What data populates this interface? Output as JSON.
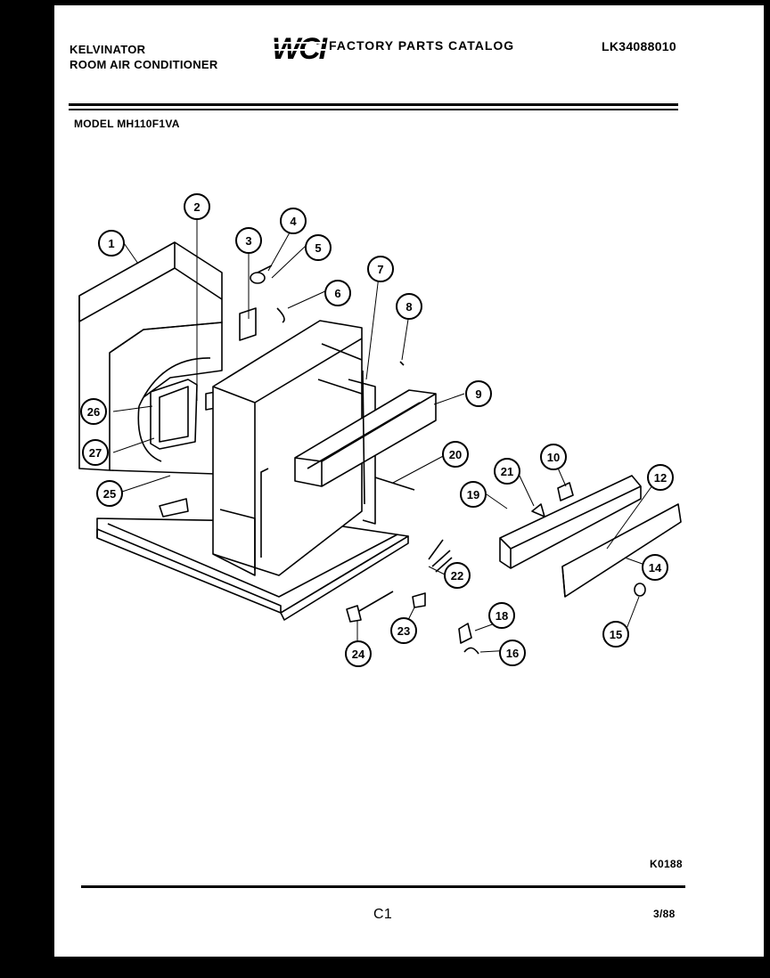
{
  "header": {
    "brand": "KELVINATOR",
    "product": "ROOM AIR CONDITIONER",
    "logo_text": "WCI",
    "catalog_title": "FACTORY PARTS CATALOG",
    "document_number": "LK34088010",
    "model_line": "MODEL MH110F1VA"
  },
  "diagram": {
    "part_callouts": [
      "1",
      "2",
      "3",
      "4",
      "5",
      "6",
      "7",
      "8",
      "9",
      "10",
      "12",
      "14",
      "15",
      "16",
      "18",
      "19",
      "20",
      "21",
      "22",
      "23",
      "24",
      "25",
      "26",
      "27"
    ]
  },
  "footer": {
    "reference": "K0188",
    "page_code": "C1",
    "date": "3/88"
  }
}
